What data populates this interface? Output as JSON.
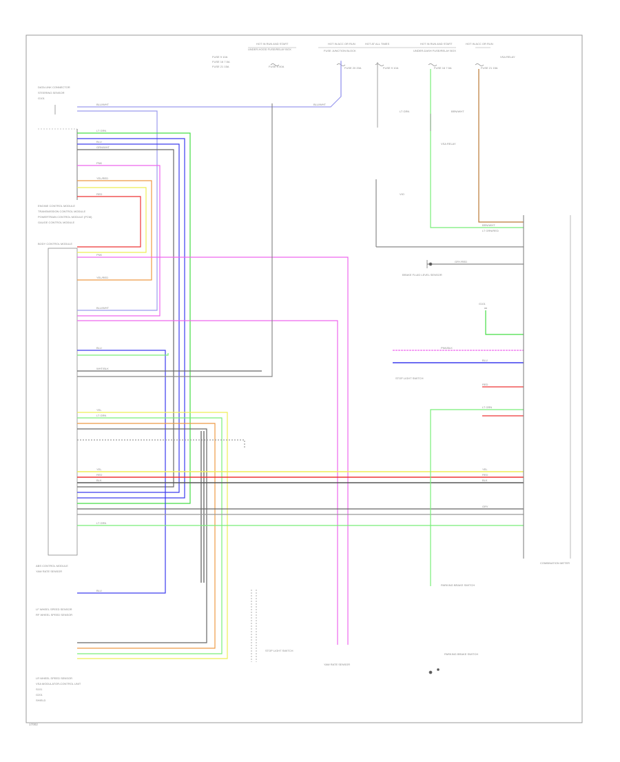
{
  "footer_code": "17002",
  "colors": {
    "green": "#44dd44",
    "light_green": "#77ee77",
    "blue": "#3a3aee",
    "violet": "#9a9aee",
    "pink": "#ee66ee",
    "orange": "#ee9944",
    "yellow": "#eeee55",
    "red": "#ee3333",
    "gray": "#666666",
    "brown": "#bb7733",
    "dark": "#333333"
  },
  "labels": {
    "hot_run_start": "HOT IN RUN AND START",
    "hot_acc_run": "HOT IN ACC OR RUN",
    "hot_all": "HOT AT ALL TIMES",
    "under_hood_box": "UNDER-HOOD FUSE/RELAY BOX",
    "under_dash_box": "UNDER-DASH FUSE/RELAY BOX",
    "fuse_junction": "FUSE JUNCTION BLOCK",
    "body_control_module": "BODY CONTROL MODULE",
    "combination_meter": "COMBINATION METER",
    "steering_sensor": "STEERING SENSOR",
    "stop_light_switch": "STOP LIGHT SWITCH",
    "brake_fluid_sensor": "BRAKE FLUID LEVEL SENSOR",
    "abs_control": "ABS CONTROL MODULE",
    "yaw_rate_sensor": "YAW RATE SENSOR",
    "parking_brake_switch": "PARKING BRAKE SWITCH",
    "speed_sensor_lf": "LF WHEEL SPEED SENSOR",
    "speed_sensor_rf": "RF WHEEL SPEED SENSOR",
    "speed_sensor_lr": "LR WHEEL SPEED SENSOR",
    "dlc": "DATA LINK CONNECTOR",
    "tcm": "TRANSMISSION CONTROL MODULE",
    "ecm": "ENGINE CONTROL MODULE",
    "ground": "G101",
    "ground2": "G201",
    "shield": "SHIELD",
    "splice": "S101",
    "pcm": "POWERTRAIN CONTROL MODULE (PCM)",
    "vsa_modulator": "VSA MODULATOR-CONTROL UNIT",
    "gauge_control": "GAUGE CONTROL MODULE",
    "fuse_a": "FUSE 9 10A",
    "fuse_b": "FUSE 16 7.5A",
    "fuse_c": "FUSE 21 15A",
    "fuse_d": "FUSE 4 40A",
    "fuse_e": "FUSE 20 20A",
    "relay": "VSA RELAY"
  },
  "wires": {
    "blu_wht": "BLU/WHT",
    "lt_grn": "LT GRN",
    "grn": "GRN",
    "blu": "BLU",
    "grn_wht": "GRN/WHT",
    "pnk": "PNK",
    "yel_red": "YEL/RED",
    "red": "RED",
    "yel": "YEL",
    "gry": "GRY",
    "brn_wht": "BRN/WHT",
    "wht_blk": "WHT/BLK",
    "blk": "BLK",
    "lt_grn_red": "LT GRN/RED",
    "gry_red": "GRY/RED",
    "vio": "VIO",
    "pnk_blk": "PNK/BLK"
  }
}
